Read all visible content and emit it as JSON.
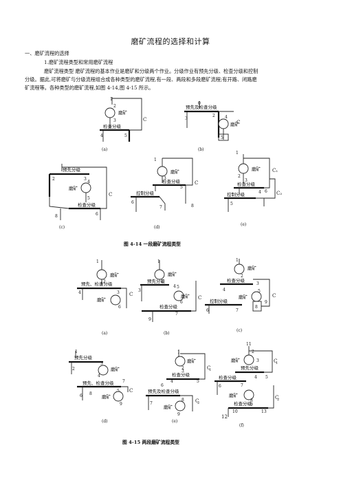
{
  "document": {
    "title": "磨矿流程的选择和计算",
    "section": "一、磨矿流程的选择",
    "subsection": "1.磨矿流程类型和常用磨矿流程",
    "para_lines": [
      "磨矿流程类型  磨矿流程的基本作业是磨矿和分级两个作业。分级作业有预先分级、检查分级和控制",
      "分级。据此,可将磨矿与分级流程组合成各种类型的磨矿流程,有一段、两段和多段磨矿流程;有开路、闭路磨",
      "矿流程等。各种类型的磨矿流程,如图 4-14,图 4-15 所示。"
    ]
  },
  "figure_4_14": {
    "caption": "图 4-14  一段磨矿流程类型",
    "sub_labels": [
      "(a)",
      "(b)",
      "(c)",
      "(d)",
      "(e)"
    ],
    "labels": {
      "mill": "磨矿",
      "check_class": "检查分级",
      "pre_check_class": "预先及检查分级",
      "pre_class": "预先分级",
      "control_class": "控制分级",
      "c": "C",
      "c1": "C₁",
      "c2": "C₂"
    }
  },
  "figure_4_15": {
    "caption": "图 4-15  两段磨矿流程类型",
    "sub_labels": [
      "(a)",
      "(b)",
      "(c)",
      "(d)",
      "(e)",
      "(f)"
    ],
    "labels": {
      "mill": "磨矿",
      "pre_check_class": "预先、检查分级",
      "pre_class": "预先分级",
      "check_class": "检查分级",
      "control_class": "控制分级",
      "pre_check_class2": "预先及检查分级"
    }
  }
}
